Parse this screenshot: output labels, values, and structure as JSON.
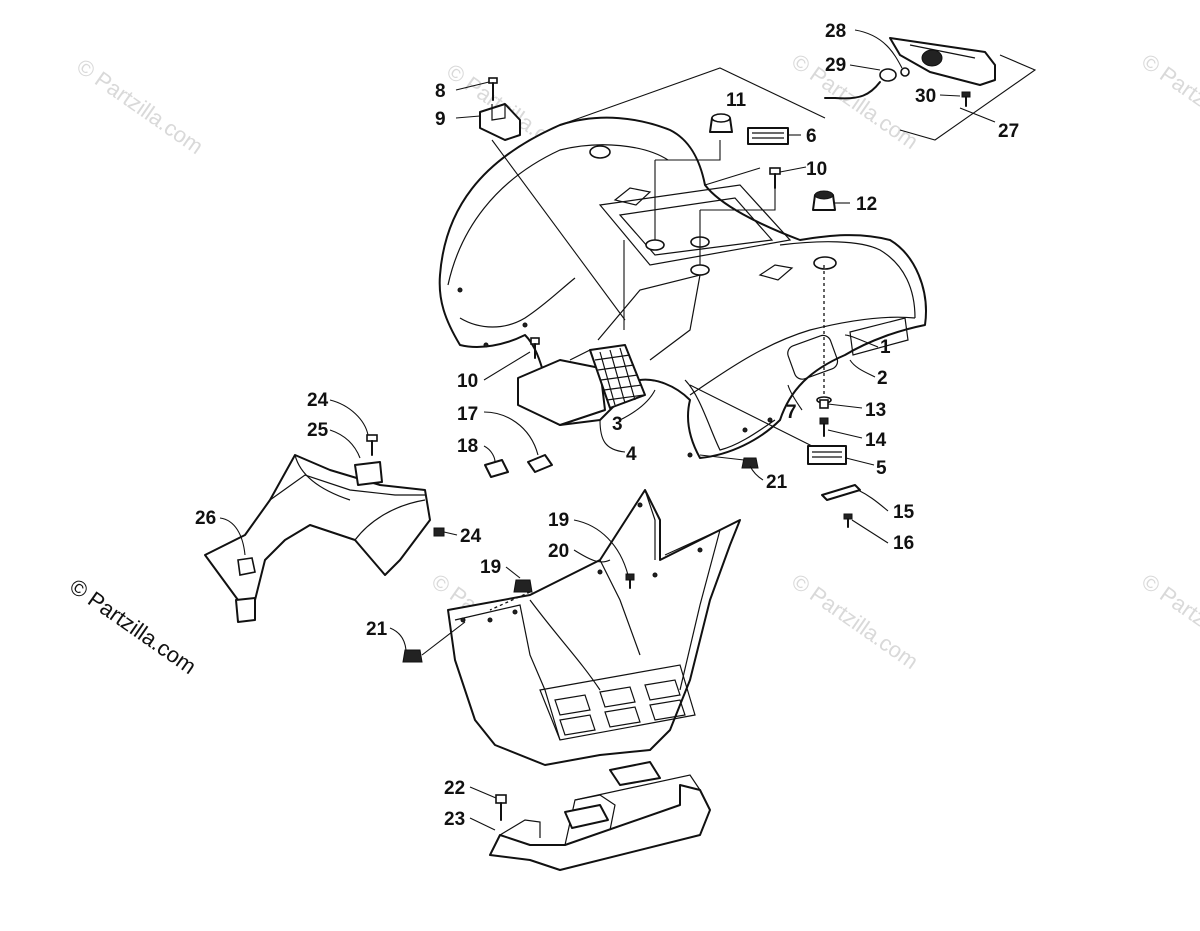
{
  "watermark": "© Partzilla.com",
  "copyright": "© Partzilla.com",
  "callouts": [
    "1",
    "2",
    "3",
    "4",
    "5",
    "6",
    "7",
    "8",
    "9",
    "10",
    "10",
    "11",
    "12",
    "13",
    "14",
    "15",
    "16",
    "17",
    "18",
    "19",
    "19",
    "20",
    "21",
    "21",
    "22",
    "23",
    "24",
    "24",
    "25",
    "26",
    "27",
    "28",
    "29",
    "30"
  ]
}
